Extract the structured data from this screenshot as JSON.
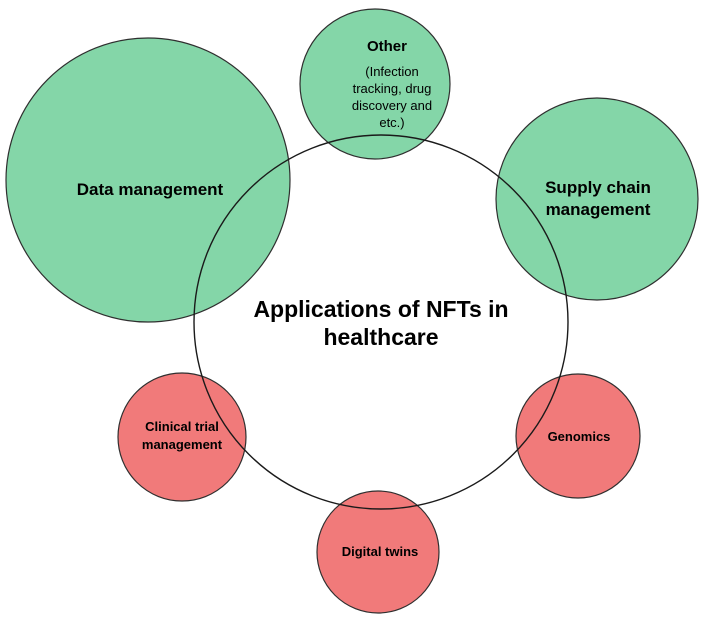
{
  "diagram": {
    "center": {
      "line1": "Applications of NFTs in",
      "line2": "healthcare"
    },
    "nodes": {
      "other": {
        "title": "Other",
        "note_lines": [
          "(Infection",
          "tracking, drug",
          "discovery and",
          "etc.)"
        ],
        "status": "green"
      },
      "data_management": {
        "label": "Data management",
        "status": "green"
      },
      "supply_chain": {
        "line1": "Supply chain",
        "line2": "management",
        "status": "green"
      },
      "clinical_trial": {
        "line1": "Clinical trial",
        "line2": "management",
        "status": "red"
      },
      "genomics": {
        "label": "Genomics",
        "status": "red"
      },
      "digital_twins": {
        "label": "Digital twins",
        "status": "red"
      }
    },
    "colors": {
      "green_fill": "#84d6a8",
      "green_stroke": "#2f2f2f",
      "red_fill": "#f17a7a",
      "red_stroke": "#2f2f2f",
      "center_stroke": "#1a1a1a"
    }
  }
}
